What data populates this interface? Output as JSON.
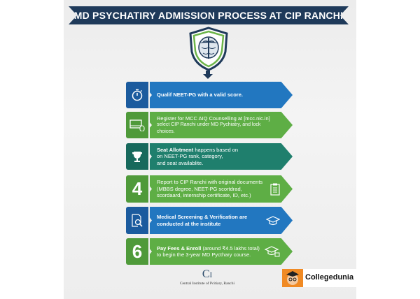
{
  "title": "MD PSYCHATIRY ADMISSION PROCESS AT CIP RANCHI",
  "colors": {
    "banner": "#1f3a5a",
    "blue": "#2277c0",
    "green": "#5eae45",
    "teal": "#1f7f6d",
    "accent_orange": "#f08a24"
  },
  "steps": [
    {
      "icon": "stopwatch-icon",
      "color": "blue",
      "lines": [
        "Qualif NEET-PG with a valid score."
      ]
    },
    {
      "icon": "computer-mouse-icon",
      "color": "green",
      "lines": [
        "Register for MCC AIQ Counselling at [mcc.nic.in]",
        "select CIP Ranchi under MD Pychiatry, and lock choices."
      ]
    },
    {
      "icon": "trophy-icon",
      "color": "teal",
      "bold": "Seat Allotment",
      "lines": [
        " happens based on",
        "on NEET-PG rank, category,",
        "and seat availablite."
      ]
    },
    {
      "number": "4",
      "color": "green",
      "right_icon": "clipboard-icon",
      "lines": [
        "Report to CIP Ranchi with original documents",
        "(MBBS degree, NEET-PG scortdrad,",
        "scordaard, internship certificate, ID, etc.)"
      ]
    },
    {
      "icon": "document-search-icon",
      "color": "blue",
      "right_icon": "graduation-cap-icon",
      "lines": [
        "Medical Screening & Verification are",
        "conducted at the institute"
      ]
    },
    {
      "number": "6",
      "color": "green",
      "right_icon": "graduation-cap-books-icon",
      "bold": "Pay Fees & Enroll",
      "lines": [
        " (around ₹4.5 lakhs total)",
        "to begin the 3-year MD Pycthary course."
      ]
    }
  ],
  "footer": {
    "institute": "Central Institute of Pcitiary, Ranchi",
    "logo_text": "CI",
    "brand": "Collegedunia"
  }
}
